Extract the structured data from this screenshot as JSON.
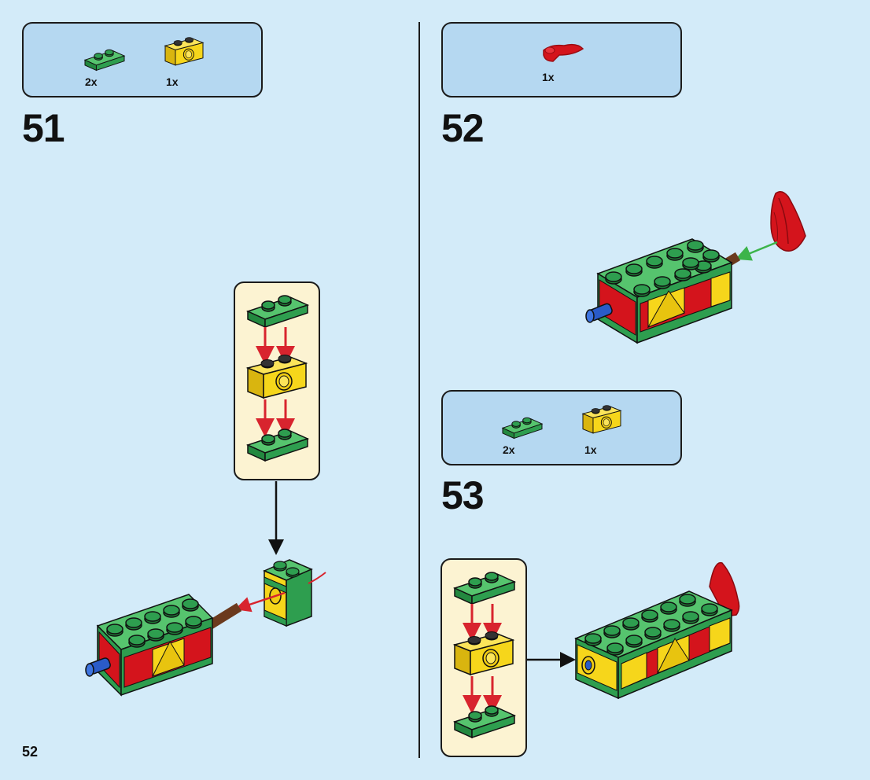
{
  "page_number": "52",
  "steps": [
    {
      "number": "51",
      "parts": [
        {
          "name": "green-plate-1x2",
          "qty": "2x"
        },
        {
          "name": "yellow-technic-brick-1x2",
          "qty": "1x"
        }
      ]
    },
    {
      "number": "52",
      "parts": [
        {
          "name": "red-horn-piece",
          "qty": "1x"
        }
      ]
    },
    {
      "number": "53",
      "parts": [
        {
          "name": "green-plate-1x2",
          "qty": "2x"
        },
        {
          "name": "yellow-technic-brick-1x2",
          "qty": "1x"
        }
      ]
    }
  ],
  "colors": {
    "background": "#d3ebf9",
    "parts_box": "#b5d8f1",
    "sub_assembly_box": "#fcf3d2",
    "lego_green": "#2e9e4f",
    "lego_yellow": "#f6d61b",
    "lego_red": "#d4141c",
    "lego_blue": "#2a5bc8",
    "lego_brown": "#6b3a1e",
    "arrow_red": "#d8242e",
    "arrow_green": "#3cb44a"
  }
}
